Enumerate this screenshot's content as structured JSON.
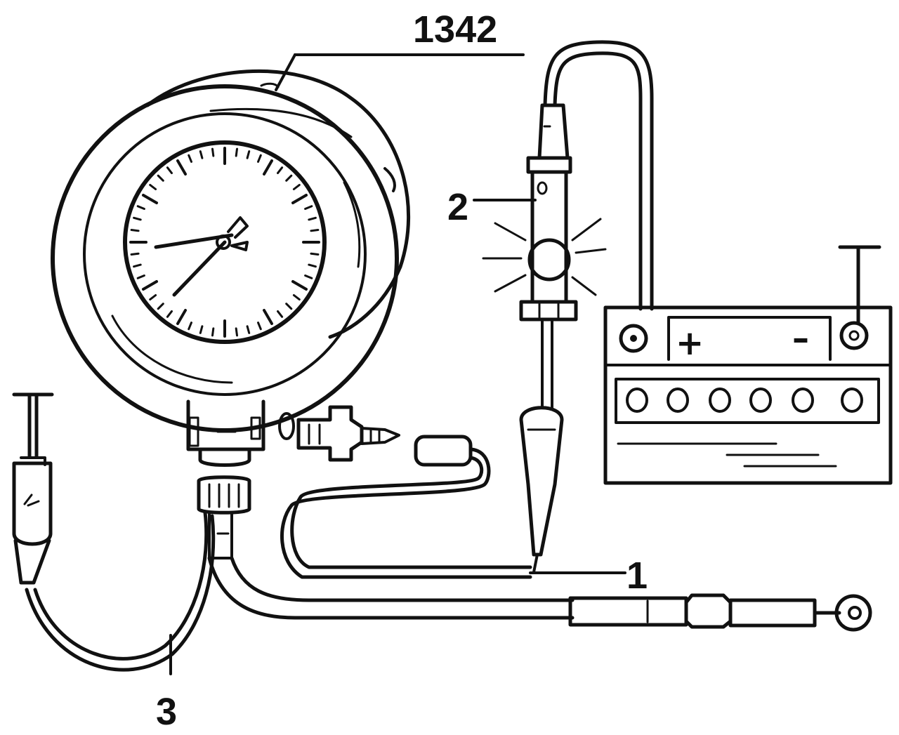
{
  "labels": {
    "tool_number": "1342",
    "callout_1": "1",
    "callout_2": "2",
    "callout_3": "3"
  },
  "battery": {
    "positive_sign": "+",
    "negative_sign": "–"
  },
  "colors": {
    "ink": "#111111",
    "paper": "#ffffff"
  }
}
